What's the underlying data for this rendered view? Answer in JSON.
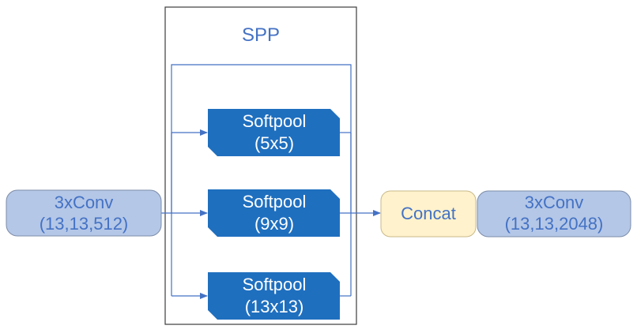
{
  "spp": {
    "title": "SPP"
  },
  "input_block": {
    "line1": "3xConv",
    "line2": "(13,13,512)"
  },
  "pools": [
    {
      "line1": "Softpool",
      "line2": "(5x5)"
    },
    {
      "line1": "Softpool",
      "line2": "(9x9)"
    },
    {
      "line1": "Softpool",
      "line2": "(13x13)"
    }
  ],
  "concat": {
    "label": "Concat"
  },
  "output_block": {
    "line1": "3xConv",
    "line2": "(13,13,2048)"
  },
  "colors": {
    "spp_border": "#3c3c3c",
    "title_text": "#4472c4",
    "line": "#4472c4",
    "pool_fill": "#1f6fbf",
    "pool_text": "#ffffff",
    "conv_fill": "#b4c7e7",
    "conv_stroke": "#7d8da8",
    "conv_text": "#4472c4",
    "concat_fill": "#fff2cc",
    "concat_stroke": "#c9b98a",
    "concat_text": "#4472c4"
  }
}
